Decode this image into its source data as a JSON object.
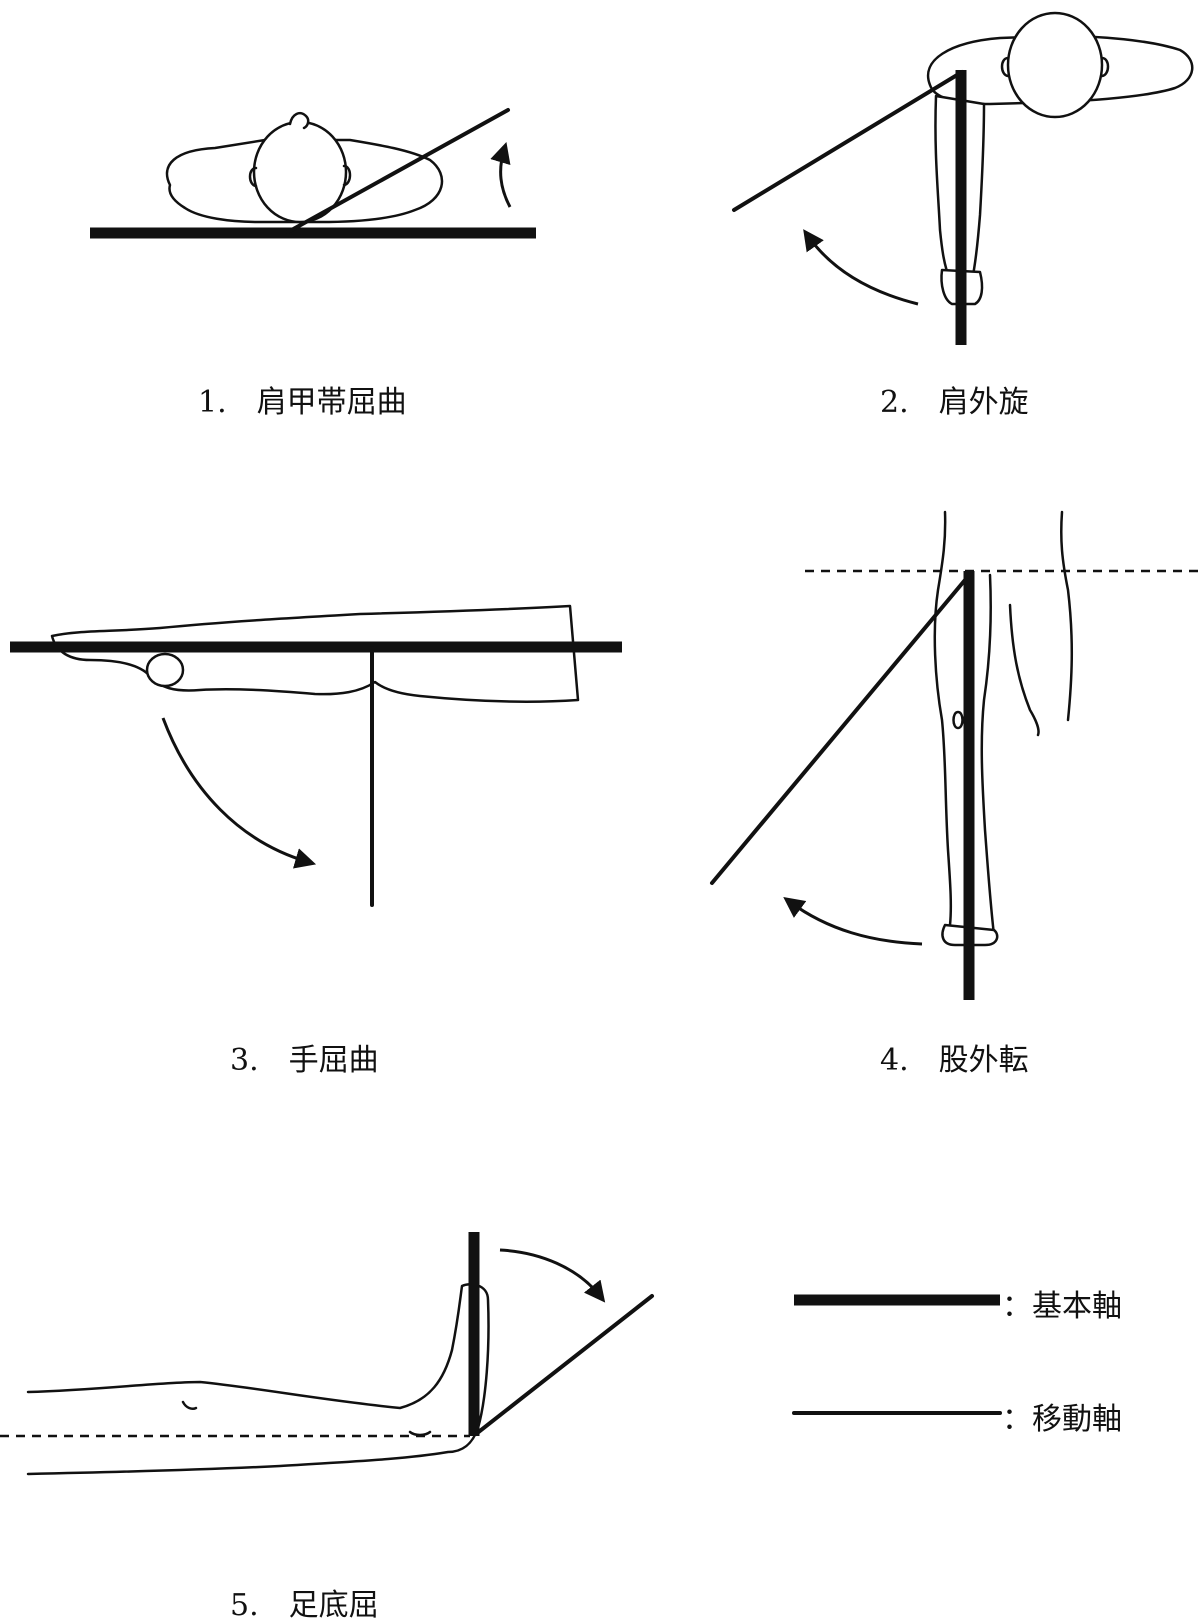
{
  "figures": [
    {
      "number": "1.",
      "label": "肩甲帯屈曲"
    },
    {
      "number": "2.",
      "label": "肩外旋"
    },
    {
      "number": "3.",
      "label": "手屈曲"
    },
    {
      "number": "4.",
      "label": "股外転"
    },
    {
      "number": "5.",
      "label": "足底屈"
    }
  ],
  "legend": {
    "basic_axis": "：基本軸",
    "moving_axis": "：移動軸"
  }
}
